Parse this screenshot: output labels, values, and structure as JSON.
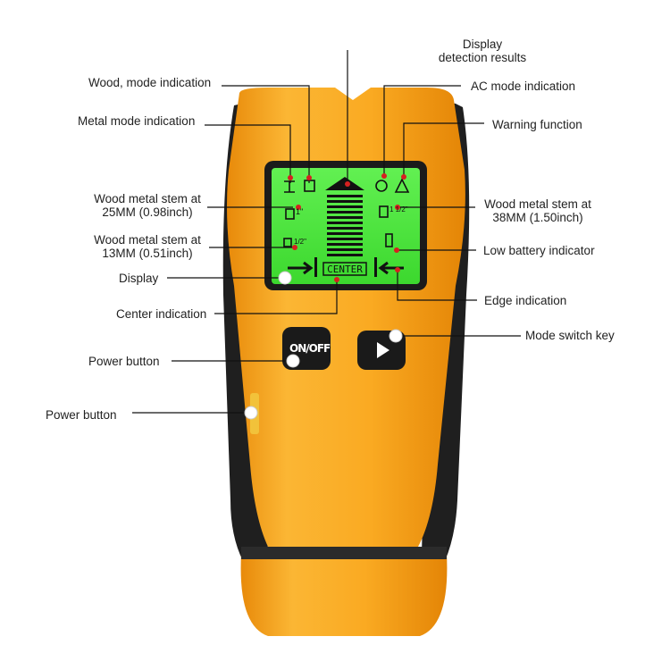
{
  "labels": {
    "display_results_1": "Display",
    "display_results_2": "detection results",
    "wood_mode": "Wood, mode indication",
    "ac_mode": "AC mode indication",
    "metal_mode": "Metal mode indication",
    "warning": "Warning function",
    "stem25_1": "Wood metal stem at",
    "stem25_2": "25MM (0.98inch)",
    "stem38_1": "Wood metal stem at",
    "stem38_2": "38MM (1.50inch)",
    "stem13_1": "Wood metal stem at",
    "stem13_2": "13MM (0.51inch)",
    "low_battery": "Low battery indicator",
    "display": "Display",
    "edge": "Edge indication",
    "center_ind": "Center indication",
    "mode_switch": "Mode switch key",
    "power_btn_front": "Power button",
    "power_btn_side": "Power button"
  },
  "device": {
    "screen_center_text": "CENTER",
    "onoff_label": "ON/OFF",
    "lcd_frac_1": "1\"",
    "lcd_frac_half": "1/2\"",
    "lcd_frac_one_half": "1 1/2\""
  },
  "colors": {
    "body": "#F7A421",
    "grip": "#222222",
    "lcd": "#4BE33B",
    "leader": "#111111",
    "dot": "#D62020"
  }
}
